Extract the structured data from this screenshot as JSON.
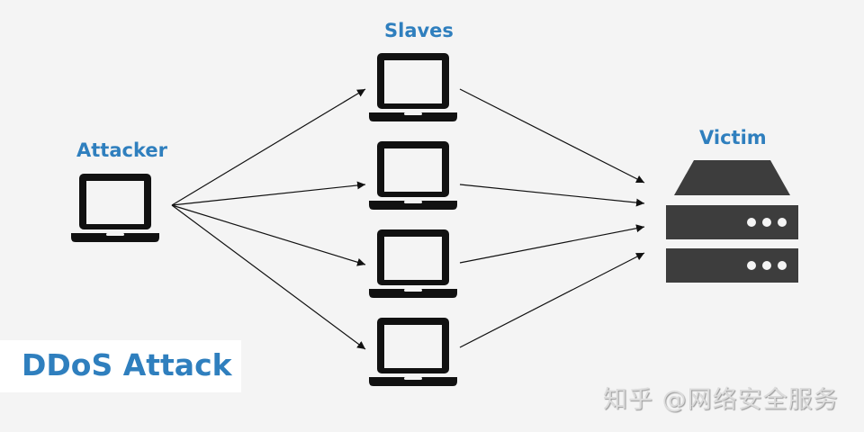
{
  "title": "DDoS Attack",
  "labels": {
    "attacker": "Attacker",
    "slaves": "Slaves",
    "victim": "Victim"
  },
  "nodes": {
    "attacker": {
      "icon": "laptop-icon",
      "count": 1
    },
    "slaves": {
      "icon": "laptop-icon",
      "count": 4
    },
    "victim": {
      "icon": "server-icon",
      "count": 1
    }
  },
  "edges": [
    {
      "from": "attacker",
      "to": "slave-1"
    },
    {
      "from": "attacker",
      "to": "slave-2"
    },
    {
      "from": "attacker",
      "to": "slave-3"
    },
    {
      "from": "attacker",
      "to": "slave-4"
    },
    {
      "from": "slave-1",
      "to": "victim"
    },
    {
      "from": "slave-2",
      "to": "victim"
    },
    {
      "from": "slave-3",
      "to": "victim"
    },
    {
      "from": "slave-4",
      "to": "victim"
    }
  ],
  "colors": {
    "accent": "#2f7fbe",
    "icon": "#111111",
    "server": "#3d3d3d",
    "background": "#f4f4f4"
  },
  "watermark": "知乎 @网络安全服务"
}
